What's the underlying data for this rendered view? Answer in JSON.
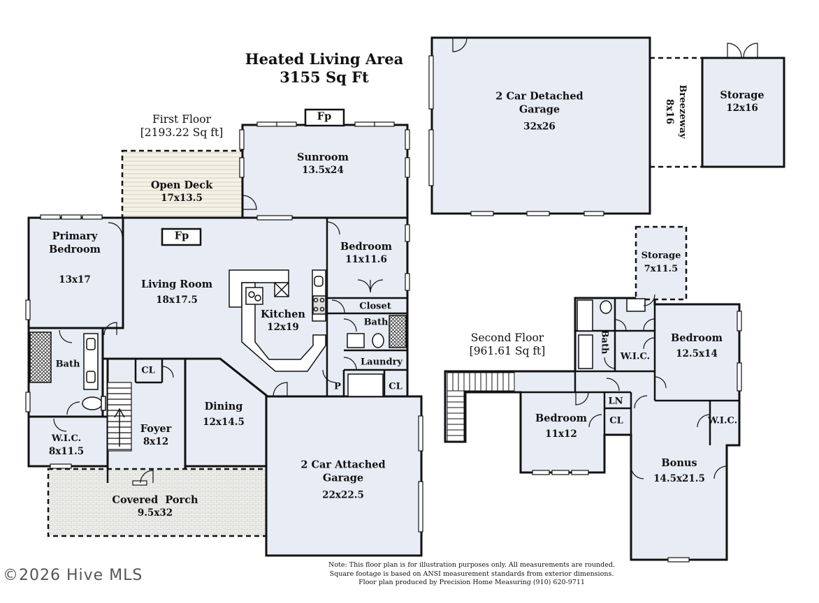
{
  "title": {
    "line1": "Heated Living Area",
    "line2": "3155 Sq Ft"
  },
  "first_floor": {
    "label": "First Floor",
    "area": "[2193.22 Sq ft]"
  },
  "second_floor": {
    "label": "Second Floor",
    "area": "[961.61 Sq ft]"
  },
  "rooms": {
    "sunroom": {
      "name": "Sunroom",
      "dim": "13.5x24"
    },
    "open_deck": {
      "name": "Open Deck",
      "dim": "17x13.5"
    },
    "primary_bedroom": {
      "name": "Primary\nBedroom",
      "dim": "13x17"
    },
    "living_room": {
      "name": "Living Room",
      "dim": "18x17.5"
    },
    "kitchen": {
      "name": "Kitchen",
      "dim": "12x19"
    },
    "bedroom_1": {
      "name": "Bedroom",
      "dim": "11x11.6"
    },
    "closet": "Closet",
    "bath_1": "Bath",
    "laundry": "Laundry",
    "p": "P",
    "cl_laundry": "CL",
    "bath_primary": "Bath",
    "wic_primary": {
      "name": "W.I.C.",
      "dim": "8x11.5"
    },
    "cl_foyer": "CL",
    "foyer": {
      "name": "Foyer",
      "dim": "8x12"
    },
    "dining": {
      "name": "Dining",
      "dim": "12x14.5"
    },
    "attached_garage": {
      "name": "2 Car Attached\nGarage",
      "dim": "22x22.5"
    },
    "covered_porch": {
      "name": "Covered  Porch",
      "dim": "9.5x32"
    },
    "detached_garage": {
      "name": "2 Car Detached\nGarage",
      "dim": "32x26"
    },
    "breezeway": {
      "name": "Breezeway",
      "dim": "8x16"
    },
    "storage_1": {
      "name": "Storage",
      "dim": "12x16"
    },
    "storage_2": {
      "name": "Storage",
      "dim": "7x11.5"
    },
    "bath_2": "Bath",
    "wic_2": "W.I.C.",
    "bedroom_2": {
      "name": "Bedroom",
      "dim": "12.5x14"
    },
    "ln": "LN",
    "bedroom_3": {
      "name": "Bedroom",
      "dim": "11x12"
    },
    "cl_2": "CL",
    "wic_3": "W.I.C.",
    "bonus": {
      "name": "Bonus",
      "dim": "14.5x21.5"
    }
  },
  "fireplace_1": "Fp",
  "fireplace_2": "Fp",
  "note": "Note: This floor plan is for illustration purposes only. All measurements are rounded.\nSquare footage is based on ANSI measurement standards from exterior dimensions.\nFloor plan produced by Precision Home Measuring (910) 620-9711",
  "watermark": "©2026 Hive MLS",
  "colors": {
    "room_fill": "#e8edf5",
    "wall": "#111111",
    "deck_fill": "#f4f1e7"
  }
}
